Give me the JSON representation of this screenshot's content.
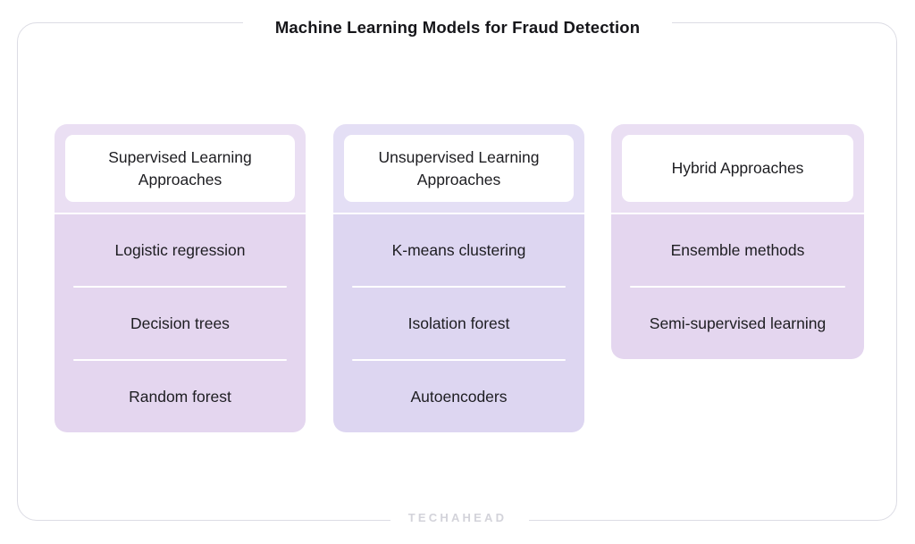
{
  "page": {
    "title": "Machine Learning Models for Fraud Detection",
    "watermark": "TECHAHEAD",
    "frame_border_color": "#dcdce4",
    "title_color": "#16161a"
  },
  "columns": [
    {
      "heading": "Supervised Learning Approaches",
      "accent_head": "#eadff3",
      "accent_body": "#e4d6ef",
      "items": [
        "Logistic regression",
        "Decision trees",
        "Random forest"
      ]
    },
    {
      "heading": "Unsupervised Learning Approaches",
      "accent_head": "#e4dff5",
      "accent_body": "#ddd6f1",
      "items": [
        "K-means clustering",
        "Isolation forest",
        "Autoencoders"
      ]
    },
    {
      "heading": "Hybrid Approaches",
      "accent_head": "#eadff3",
      "accent_body": "#e4d6ef",
      "items": [
        "Ensemble methods",
        "Semi-supervised learning"
      ]
    }
  ]
}
